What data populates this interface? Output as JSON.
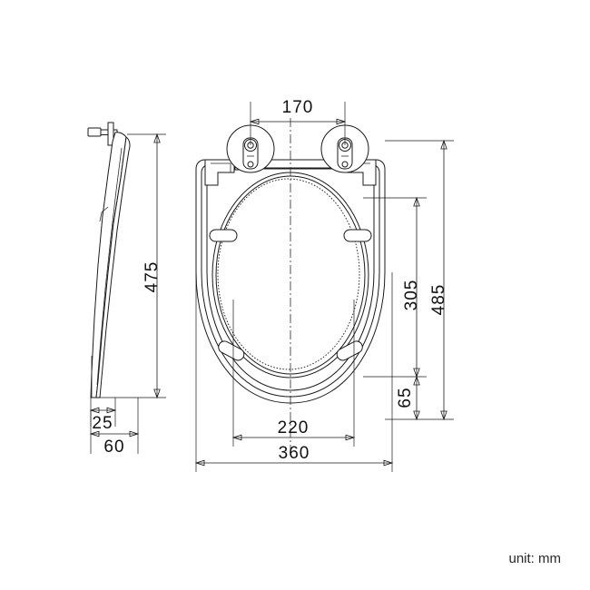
{
  "drawing": {
    "title": "Toilet Seat Dimensional Drawing",
    "unit_note": "unit: mm",
    "line_color": "#1a1a1a",
    "background_color": "#ffffff",
    "views": {
      "side": {
        "name": "side-elevation-view",
        "label": ""
      },
      "top": {
        "name": "top-plan-view",
        "label": ""
      }
    },
    "dimensions": {
      "side_height": "475",
      "side_base_thickness": "25",
      "side_base_width": "60",
      "hinge_spacing": "170",
      "inner_opening_length": "305",
      "overall_length": "485",
      "bottom_offset": "65",
      "inner_opening_width": "220",
      "overall_width": "360"
    },
    "details": {
      "hinge_left": "hinge-bolt-detail-left",
      "hinge_right": "hinge-bolt-detail-right",
      "bumper_count": "4"
    }
  }
}
